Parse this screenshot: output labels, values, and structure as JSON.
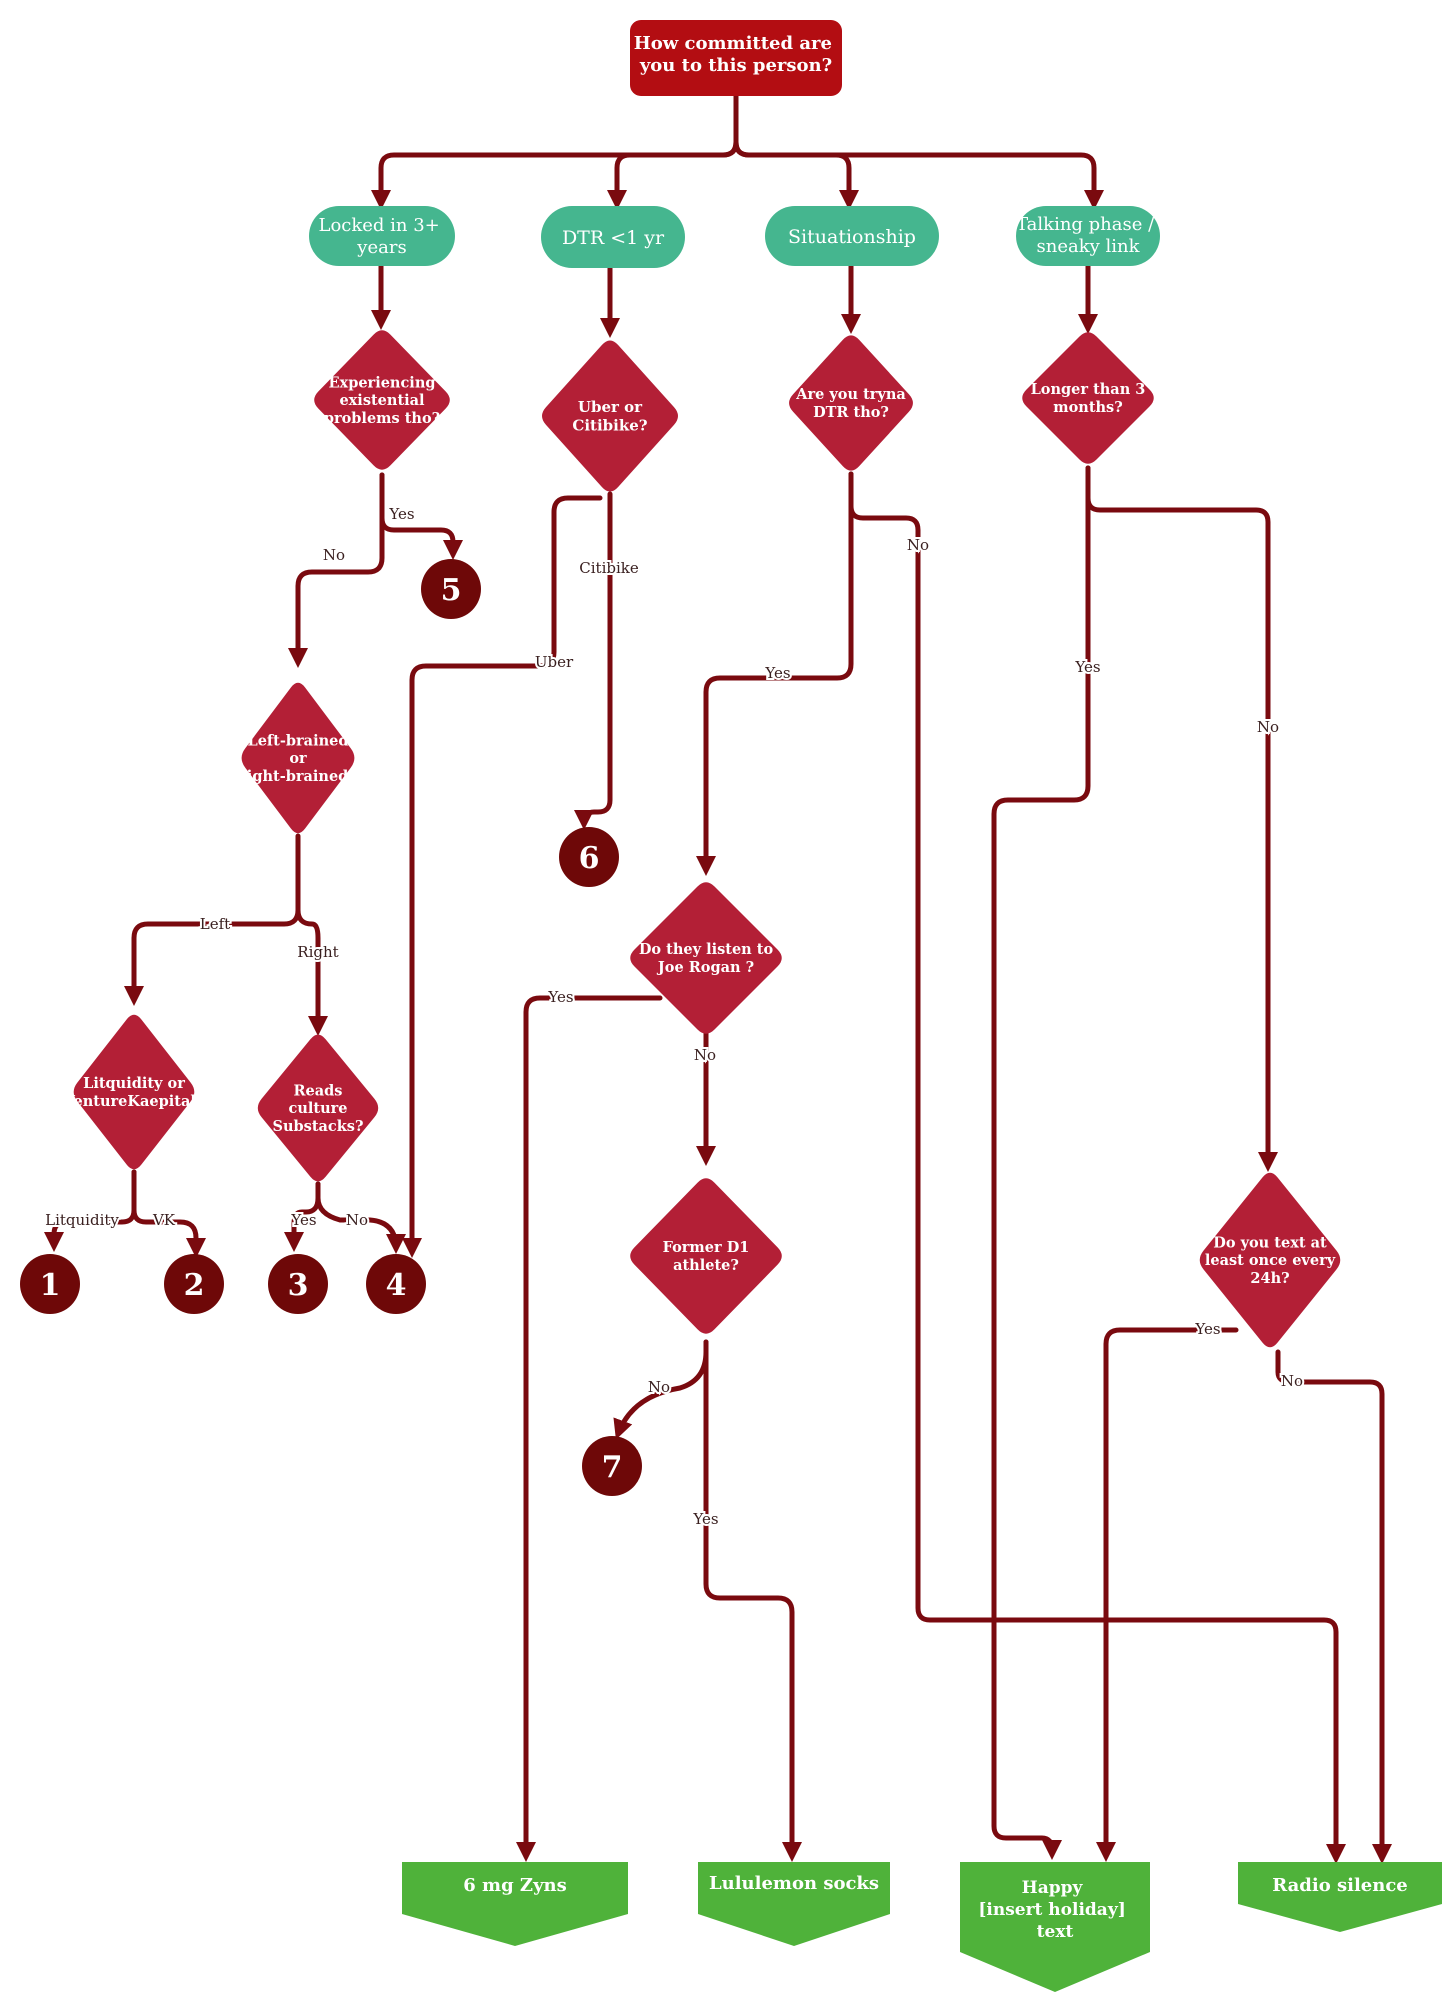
{
  "colors": {
    "edge": "#7a0a0f",
    "root": "#b30d12",
    "category": "#45b68f",
    "decision": "#b31f36",
    "number_circle": "#6e0808",
    "outcome": "#4fb23a"
  },
  "root": {
    "lines": [
      "How committed are",
      "you to this person?"
    ]
  },
  "categories": {
    "locked": {
      "lines": [
        "Locked in 3+",
        "years"
      ]
    },
    "dtr": {
      "lines": [
        "DTR <1 yr"
      ]
    },
    "situationship": {
      "lines": [
        "Situationship"
      ]
    },
    "talking": {
      "lines": [
        "Talking phase /",
        "sneaky link"
      ]
    }
  },
  "decisions": {
    "existential": {
      "lines": [
        "Experiencing",
        "existential",
        "problems tho?"
      ]
    },
    "uber": {
      "lines": [
        "Uber or",
        "Citibike?"
      ]
    },
    "dtr_q": {
      "lines": [
        "Are you tryna",
        "DTR tho?"
      ]
    },
    "longer": {
      "lines": [
        "Longer than 3",
        "months?"
      ]
    },
    "brained": {
      "lines": [
        "Left-brained",
        "or",
        "right-brained?"
      ]
    },
    "litquidity": {
      "lines": [
        "Litquidity or",
        "VentureKaepital?"
      ]
    },
    "substacks": {
      "lines": [
        "Reads",
        "culture",
        "Substacks?"
      ]
    },
    "rogan": {
      "lines": [
        "Do they listen to",
        "Joe Rogan ?"
      ]
    },
    "d1": {
      "lines": [
        "Former D1",
        "athlete?"
      ]
    },
    "text24": {
      "lines": [
        "Do you text at",
        "least once every",
        "24h?"
      ]
    }
  },
  "numbers": {
    "n1": "1",
    "n2": "2",
    "n3": "3",
    "n4": "4",
    "n5": "5",
    "n6": "6",
    "n7": "7"
  },
  "outcomes": {
    "zyns": {
      "lines": [
        "6 mg Zyns"
      ]
    },
    "socks": {
      "lines": [
        "Lululemon socks"
      ]
    },
    "holiday": {
      "lines": [
        "Happy",
        "[insert holiday]",
        "text"
      ]
    },
    "radio": {
      "lines": [
        "Radio silence"
      ]
    }
  },
  "edge_labels": {
    "existential_yes": "Yes",
    "existential_no": "No",
    "uber_citibike": "Citibike",
    "uber_uber": "Uber",
    "dtr_no": "No",
    "dtr_yes": "Yes",
    "longer_yes": "Yes",
    "longer_no": "No",
    "brained_left": "Left",
    "brained_right": "Right",
    "lit_litquidity": "Litquidity",
    "lit_vk": "VK",
    "sub_yes": "Yes",
    "sub_no": "No",
    "rogan_yes": "Yes",
    "rogan_no": "No",
    "d1_no": "No",
    "d1_yes": "Yes",
    "text_yes": "Yes",
    "text_no": "No"
  }
}
